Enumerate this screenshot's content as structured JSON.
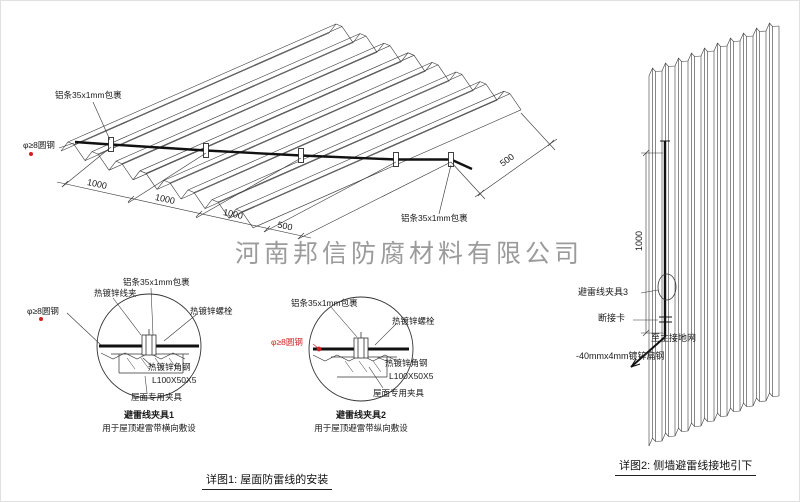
{
  "watermark": "河南邦信防腐材料有限公司",
  "roof": {
    "label_strip_left": "铝条35x1mm包裹",
    "label_steel": "φ≥8圆钢",
    "label_strip_right": "铝条35x1mm包裹",
    "dims": [
      "1000",
      "1000",
      "1000",
      "500"
    ],
    "dim_right": "500"
  },
  "detail1": {
    "label_clamp": "热镀锌线夹",
    "label_strip": "铝条35x1mm包裹",
    "label_bolt": "热镀锌螺栓",
    "label_steel": "φ≥8圆钢",
    "label_angle": "热镀锌角钢",
    "label_angle_spec": "L100X50X5",
    "label_fixture": "屋面专用夹具",
    "title": "避雷线夹具1",
    "subtitle": "用于屋顶避雷带横向敷设"
  },
  "detail2": {
    "label_strip": "铝条35x1mm包裹",
    "label_bolt": "热镀锌螺栓",
    "label_steel": "φ≥8圆钢",
    "label_angle": "热镀锌角钢",
    "label_angle_spec": "L100X50X5",
    "label_fixture": "屋面专用夹具",
    "title": "避雷线夹具2",
    "subtitle": "用于屋顶避雷带纵向敷设"
  },
  "wall": {
    "dim": "1000",
    "label_clamp3": "避雷线夹具3",
    "label_disconnect": "断接卡",
    "label_ground": "至主接地网",
    "label_flat_steel": "-40mmx4mm镀锌扁钢"
  },
  "captions": {
    "detail1": "详图1: 屋面防雷线的安装",
    "detail2": "详图2: 侧墙避雷线接地引下"
  },
  "colors": {
    "line": "#3a3a3a",
    "conductor": "#111111",
    "accent_red": "#cc2222",
    "watermark_gray": "#9b9b9b"
  }
}
